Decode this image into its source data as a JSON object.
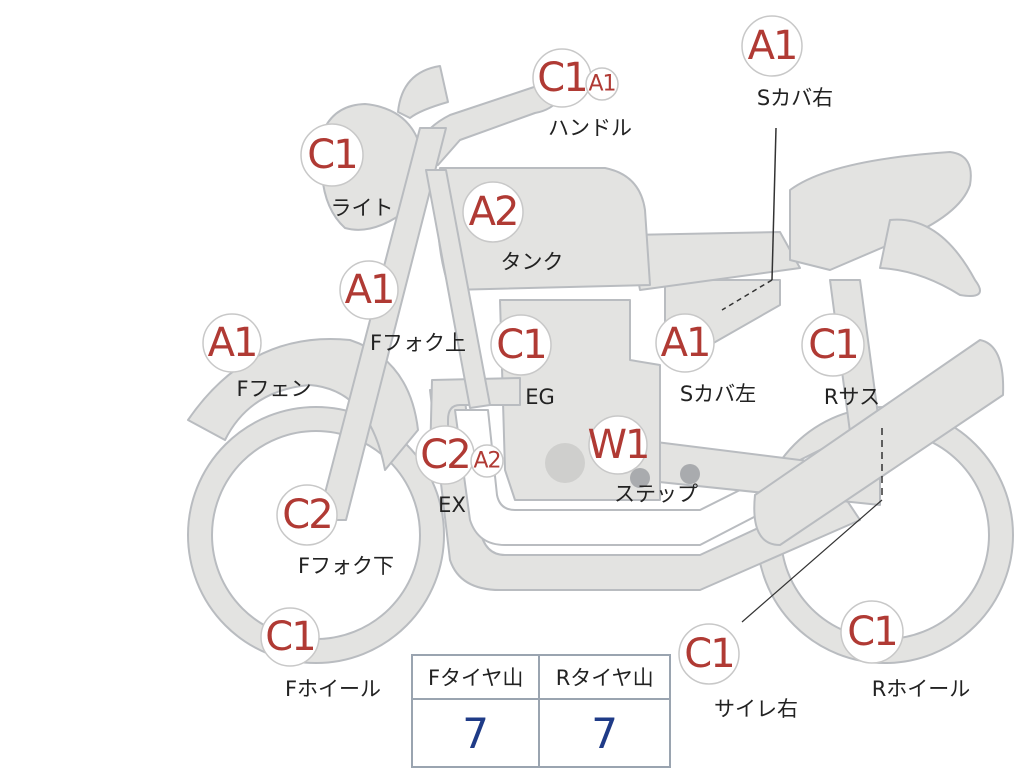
{
  "colors": {
    "body": "#e3e3e1",
    "outline": "#b9bcc0",
    "badge_text": "#b03a34",
    "value_text": "#1f3b87"
  },
  "parts": [
    {
      "id": "handle",
      "grade": "C1",
      "sub_grade": "A1",
      "label": "ハンドル"
    },
    {
      "id": "side-cover-right",
      "grade": "A1",
      "label": "Sカバ右"
    },
    {
      "id": "light",
      "grade": "C1",
      "label": "ライト"
    },
    {
      "id": "tank",
      "grade": "A2",
      "label": "タンク"
    },
    {
      "id": "fork-upper",
      "grade": "A1",
      "label": "Fフォク上"
    },
    {
      "id": "front-fender",
      "grade": "A1",
      "label": "Fフェン"
    },
    {
      "id": "engine",
      "grade": "C1",
      "label": "EG"
    },
    {
      "id": "side-cover-left",
      "grade": "A1",
      "label": "Sカバ左"
    },
    {
      "id": "rear-suspension",
      "grade": "C1",
      "label": "Rサス"
    },
    {
      "id": "exhaust",
      "grade": "C2",
      "sub_grade": "A2",
      "label": "EX"
    },
    {
      "id": "step",
      "grade": "W1",
      "label": "ステップ"
    },
    {
      "id": "fork-lower",
      "grade": "C2",
      "label": "Fフォク下"
    },
    {
      "id": "front-wheel",
      "grade": "C1",
      "label": "Fホイール"
    },
    {
      "id": "silencer-right",
      "grade": "C1",
      "label": "サイレ右"
    },
    {
      "id": "rear-wheel",
      "grade": "C1",
      "label": "Rホイール"
    }
  ],
  "tread": {
    "front_label": "Fタイヤ山",
    "rear_label": "Rタイヤ山",
    "front_value": "7",
    "rear_value": "7"
  }
}
